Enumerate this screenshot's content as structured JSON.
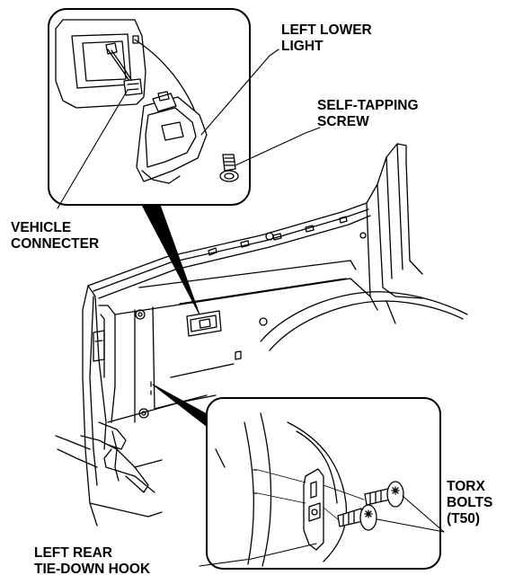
{
  "labels": {
    "left_lower_light": [
      "LEFT LOWER",
      "LIGHT"
    ],
    "self_tapping_screw": [
      "SELF-TAPPING",
      "SCREW"
    ],
    "vehicle_connecter": [
      "VEHICLE",
      "CONNECTER"
    ],
    "torx_bolts": [
      "TORX",
      "BOLTS",
      "(T50)"
    ],
    "left_rear_tie_down_hook": [
      "LEFT REAR",
      "TIE-DOWN HOOK"
    ]
  }
}
